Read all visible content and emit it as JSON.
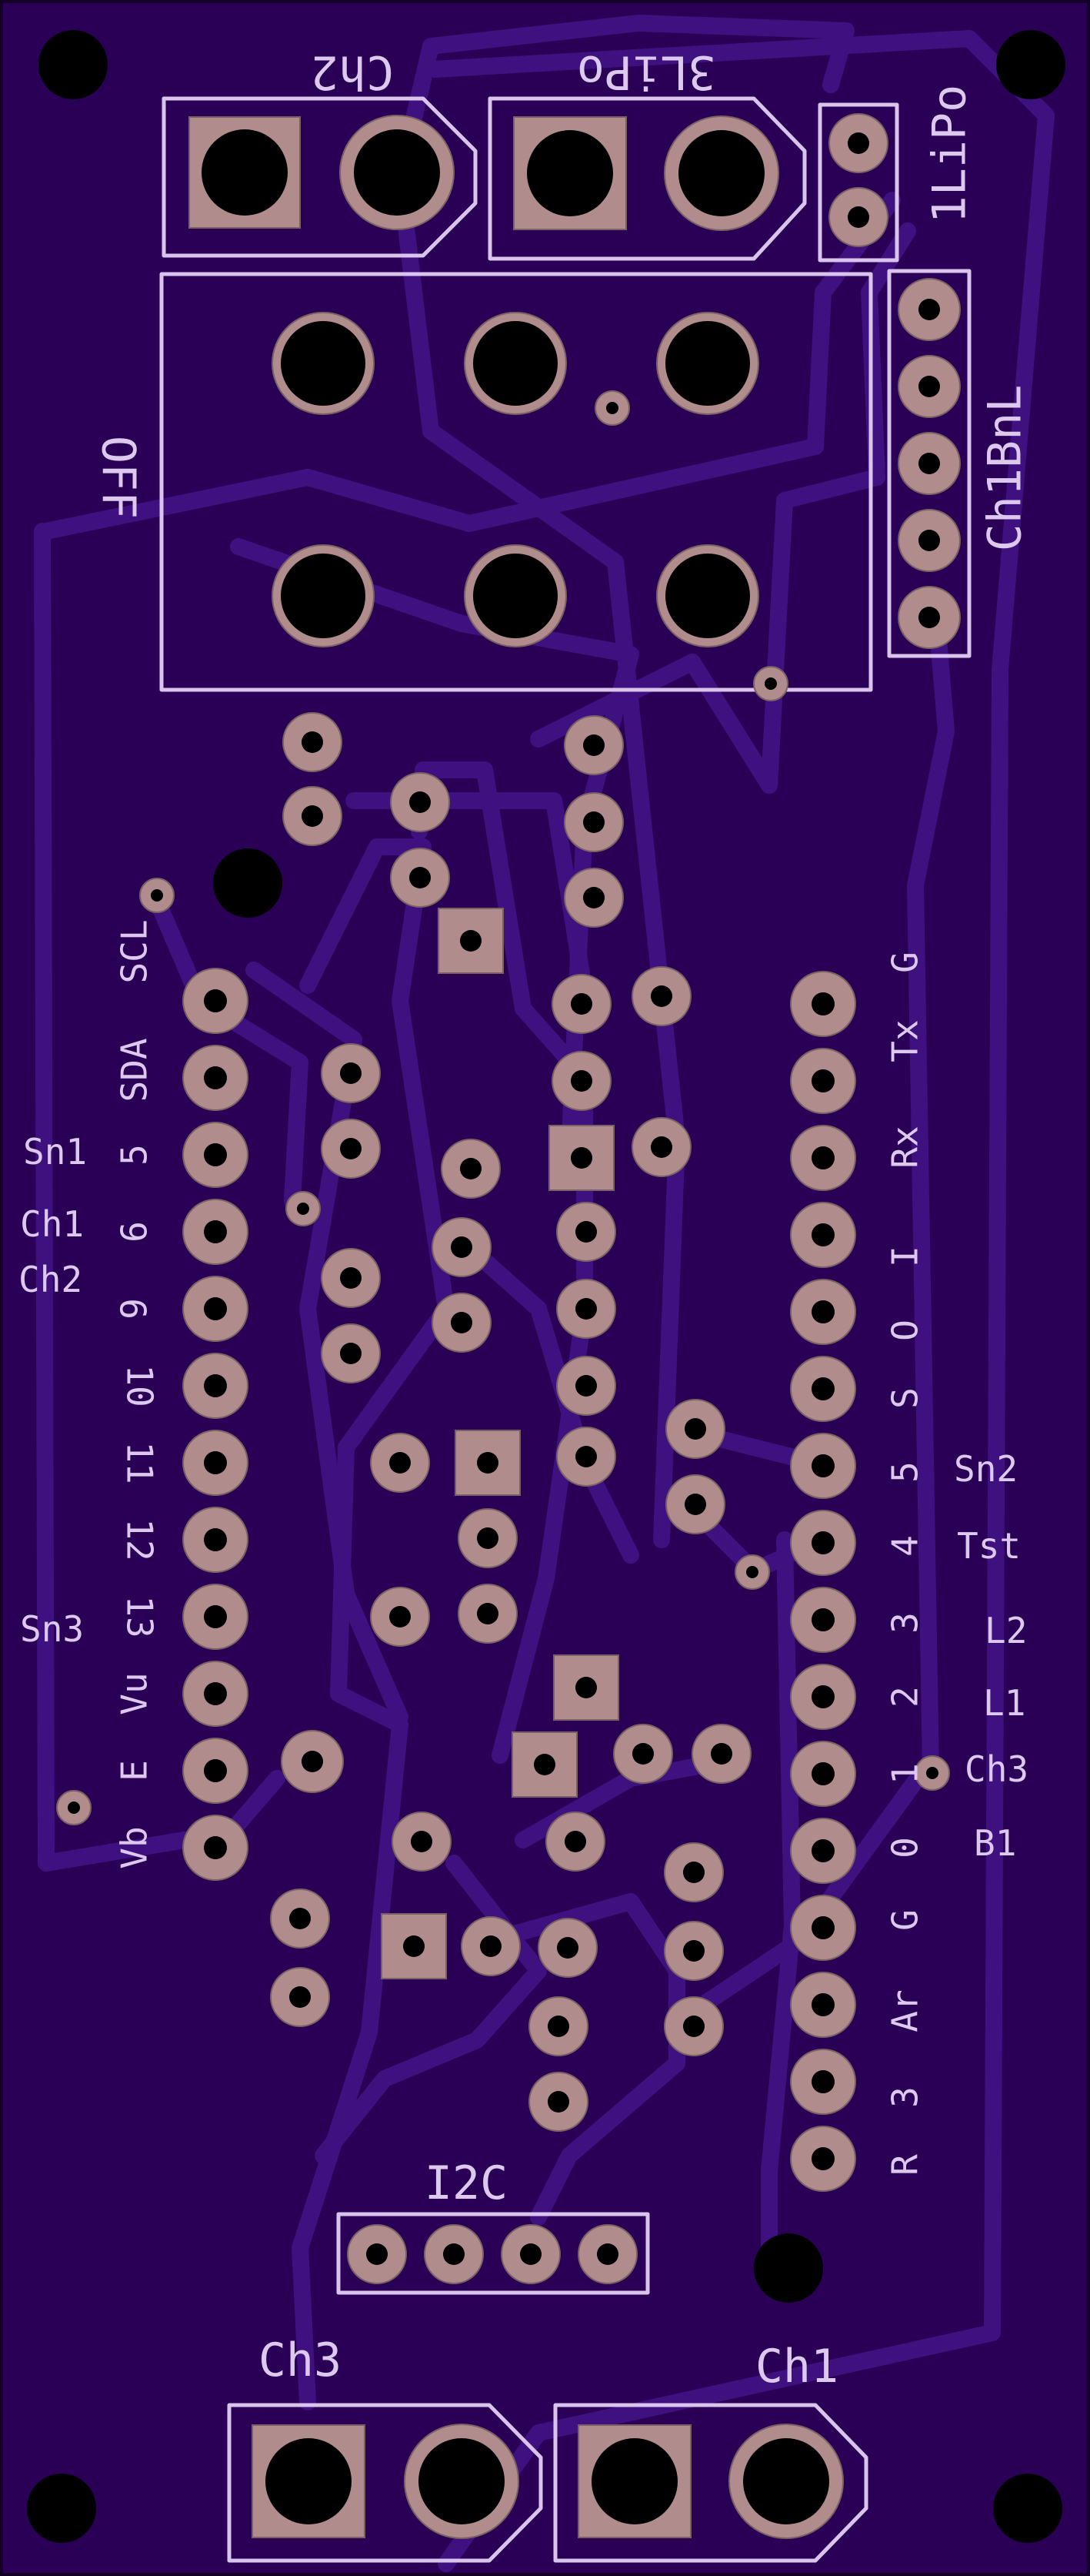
{
  "board": {
    "colors": {
      "substrate": "#2a0056",
      "trace": "#3f1080",
      "silkscreen": "#d9c5ec",
      "pad": "#b08c8c",
      "drill": "#000000"
    }
  },
  "labels": {
    "ch2": "Ch2",
    "three_lipo": "3LiPo",
    "one_lipo": "1LiPo",
    "ch1_bnl": "Ch1BnL",
    "off": "OFF",
    "scl": "SCL",
    "sda": "SDA",
    "pin5_left": "5",
    "pin6_left": "6",
    "pin9_left": "9",
    "pin10_left": "10",
    "pin11_left": "11",
    "pin12_left": "12",
    "pin13_left": "13",
    "vu": "Vu",
    "e": "E",
    "vb": "Vb",
    "sn1": "Sn1",
    "ch1_side": "Ch1",
    "ch2_side": "Ch2",
    "sn3": "Sn3",
    "g_right": "G",
    "tx": "Tx",
    "rx": "Rx",
    "i_right": "I",
    "o_right": "O",
    "s_right": "S",
    "pin5_right": "5",
    "pin4_right": "4",
    "pin3_right": "3",
    "pin2_right": "2",
    "pin1_right": "1",
    "pin0_right": "0",
    "g2_right": "G",
    "ar": "Ar",
    "pin3b_right": "3",
    "r_right": "R",
    "sn2": "Sn2",
    "tst": "Tst",
    "l2": "L2",
    "l1": "L1",
    "ch3_side": "Ch3",
    "b1": "B1",
    "i2c": "I2C",
    "ch3": "Ch3",
    "ch1": "Ch1"
  }
}
